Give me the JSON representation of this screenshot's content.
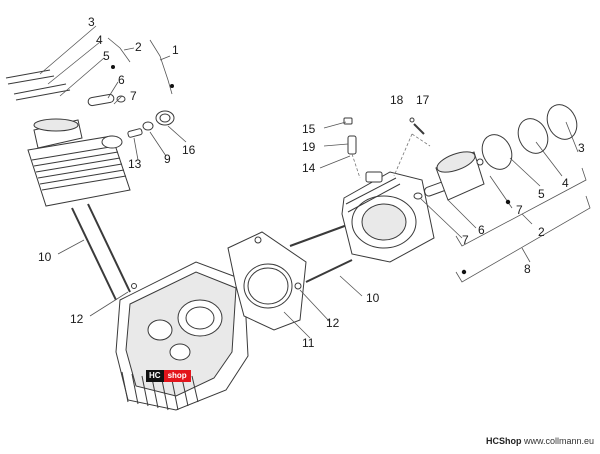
{
  "diagram": {
    "labels": {
      "l1": "1",
      "l2a": "2",
      "l3a": "3",
      "l4a": "4",
      "l5a": "5",
      "l6a": "6",
      "l7a": "7",
      "l10a": "10",
      "l12a": "12",
      "l13": "13",
      "l9": "9",
      "l16": "16",
      "l15": "15",
      "l19": "19",
      "l14": "14",
      "l18": "18",
      "l17": "17",
      "l3b": "3",
      "l4b": "4",
      "l5b": "5",
      "l7b": "7",
      "l6b": "6",
      "l7c": "7",
      "l2b": "2",
      "l8": "8",
      "l10b": "10",
      "l11": "11",
      "l12b": "12"
    }
  },
  "badge": {
    "left": "HC",
    "right": "shop"
  },
  "footer": {
    "brand": "HCShop",
    "site": "www.collmann.eu"
  }
}
